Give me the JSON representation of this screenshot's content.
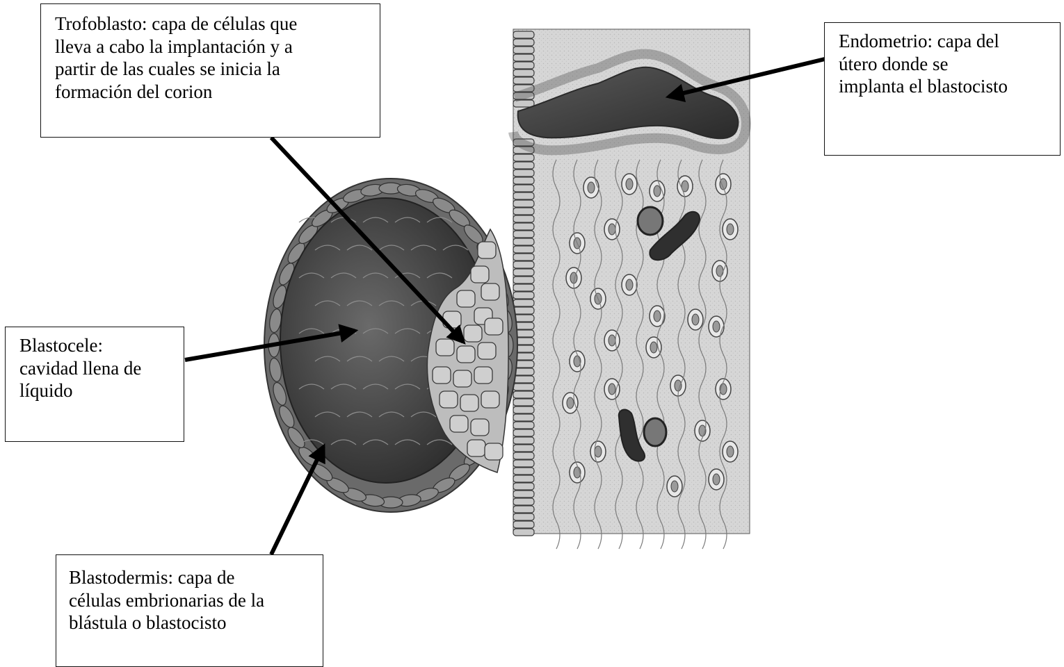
{
  "labels": {
    "trofoblasto": {
      "lines": [
        "Trofoblasto: capa de células que",
        "lleva a cabo la implantación y a",
        "partir de las cuales se inicia la",
        "formación del corion"
      ]
    },
    "endometrio": {
      "lines": [
        "Endometrio: capa del",
        "útero donde se",
        "implanta el blastocisto"
      ]
    },
    "blastocele": {
      "lines": [
        "Blastocele:",
        "cavidad llena de",
        "líquido"
      ]
    },
    "blastodermis": {
      "lines": [
        "Blastodermis: capa de",
        "células embrionarias de la",
        "blástula o blastocisto"
      ]
    }
  },
  "colors": {
    "arrow": "#000000",
    "tissue": "#d4d4d4",
    "cavity": "#505050",
    "cell_outline": "#3a3a3a"
  }
}
